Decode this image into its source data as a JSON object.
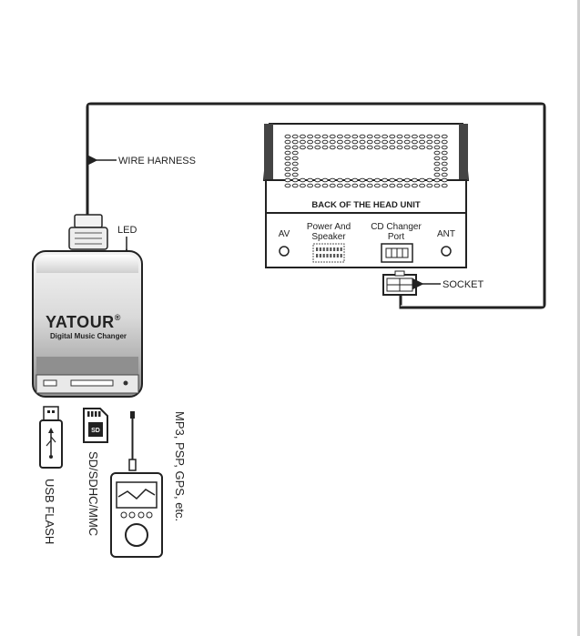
{
  "labels": {
    "wire_harness": "WIRE HARNESS",
    "led": "LED",
    "back_of_head_unit": "BACK OF THE HEAD UNIT",
    "av": "AV",
    "power_speaker_line1": "Power And",
    "power_speaker_line2": "Speaker",
    "cd_changer_line1": "CD Changer",
    "cd_changer_line2": "Port",
    "ant": "ANT",
    "socket": "SOCKET",
    "brand": "YATOUR",
    "brand_registered": "®",
    "product_subtitle": "Digital Music Changer",
    "usb_flash": "USB FLASH",
    "sd_sdhc_mmc": "SD/SDHC/MMC",
    "mp3_psp_gps": "MP3, PSP, GPS, etc."
  },
  "colors": {
    "line": "#222222",
    "device_body": "#e6e6e6",
    "device_shadow": "#9a9a9a",
    "panel": "#ffffff"
  },
  "icons": [
    "usb-stick-icon",
    "sd-card-icon",
    "mp3-player-icon",
    "led-arrow-icon"
  ]
}
